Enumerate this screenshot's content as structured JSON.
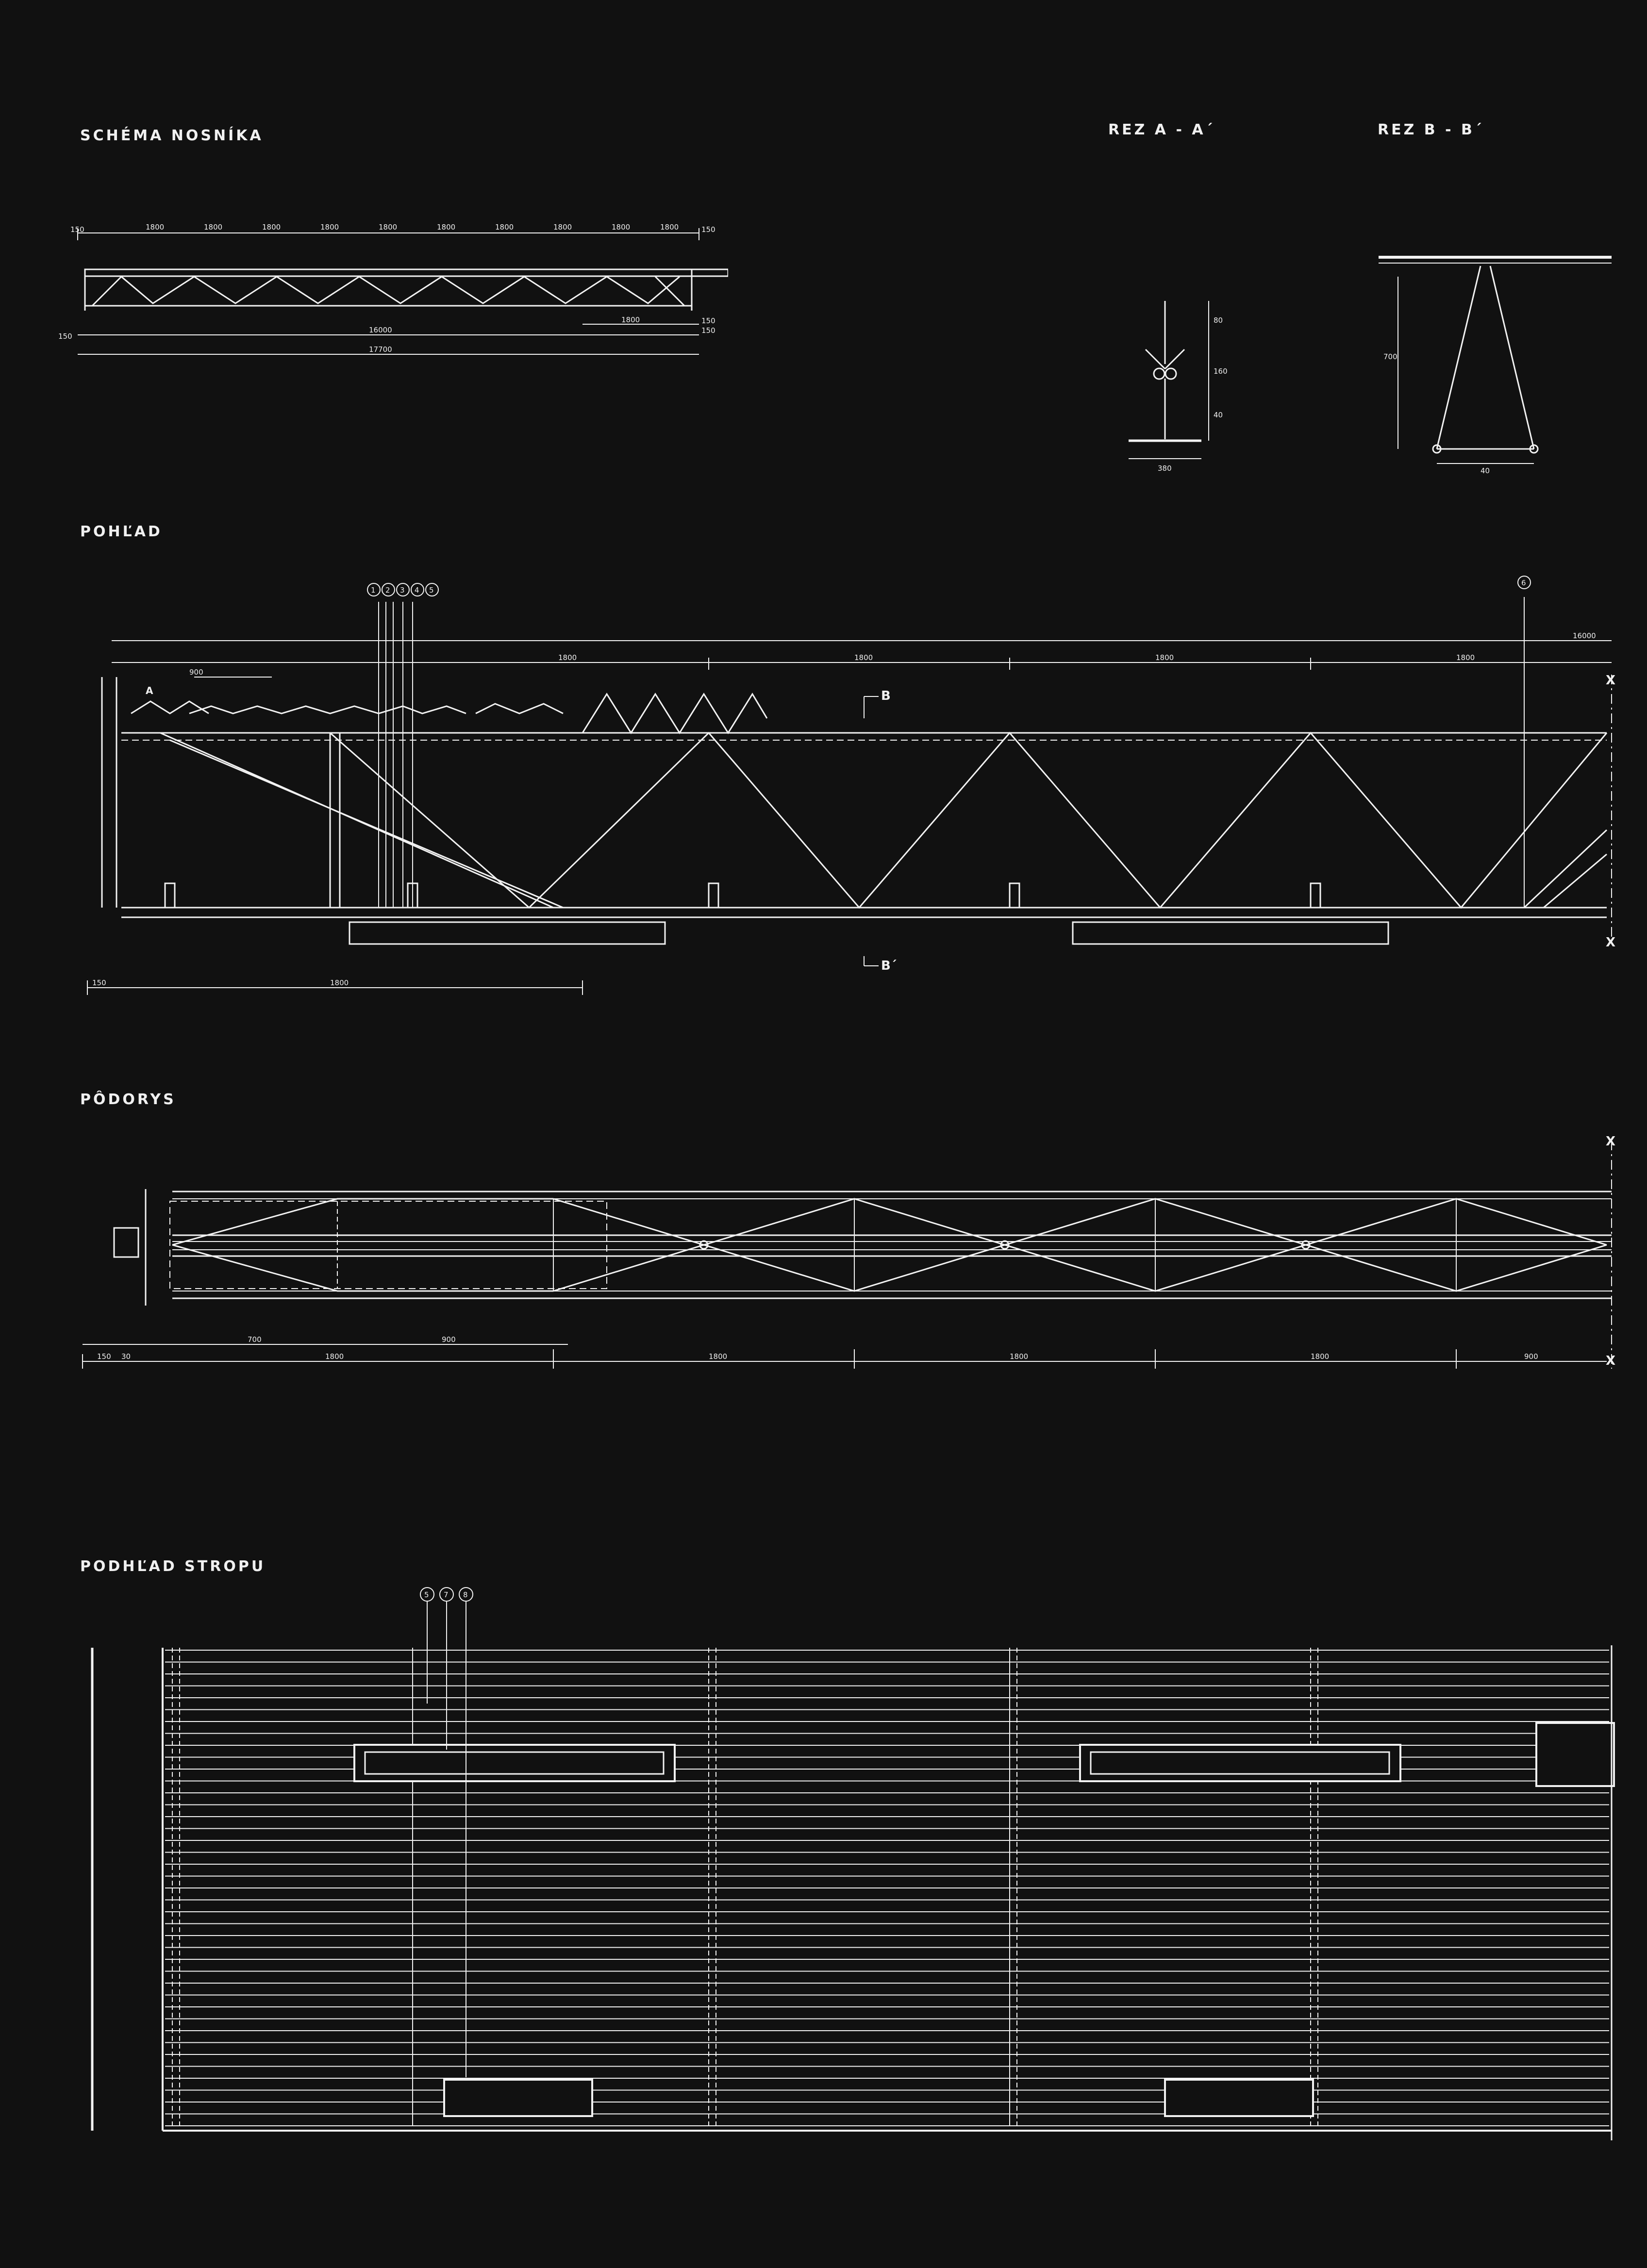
{
  "titles": {
    "schema": "SCHÉMA NOSNÍKA",
    "rez_a": "REZ A - A´",
    "rez_b": "REZ B - B´",
    "pohlad": "POHĽAD",
    "podorys": "PÔDORYS",
    "podhlad": "PODHĽAD STROPU"
  },
  "schema_dims": {
    "top": [
      "150",
      "1800",
      "1800",
      "1800",
      "1800",
      "1800",
      "1800",
      "1800",
      "1800",
      "1800",
      "1800",
      "150"
    ],
    "bottom_total": "16000",
    "overall": "17700",
    "right_part": "1800",
    "side_top": "150",
    "side_bottom": "150",
    "left_mark": "150"
  },
  "rez_a_dims": {
    "bottom": "380",
    "side_1": "80",
    "side_2": "160",
    "side_3": "40"
  },
  "rez_b_dims": {
    "height": "700",
    "bottom": "40"
  },
  "pohlad_dims": {
    "top_spans": [
      "1800",
      "1800",
      "1800",
      "1800"
    ],
    "end": "16000",
    "left_part": "900",
    "bottom_left": "150",
    "bottom_span": "1800"
  },
  "pohlad_markers": [
    "1",
    "2",
    "3",
    "4",
    "5"
  ],
  "pohlad_marker_right": "6",
  "section_marks": {
    "top": "B",
    "bottom": "B´",
    "a": "A"
  },
  "podorys_dims": [
    "150",
    "30",
    "700",
    "1800",
    "900",
    "1800",
    "1800",
    "1800",
    "900"
  ],
  "podhlad_markers": [
    "5",
    "7",
    "8"
  ],
  "axis_mark": "X",
  "colors": {
    "paper": "#111111",
    "ink": "#f2f2f2"
  }
}
